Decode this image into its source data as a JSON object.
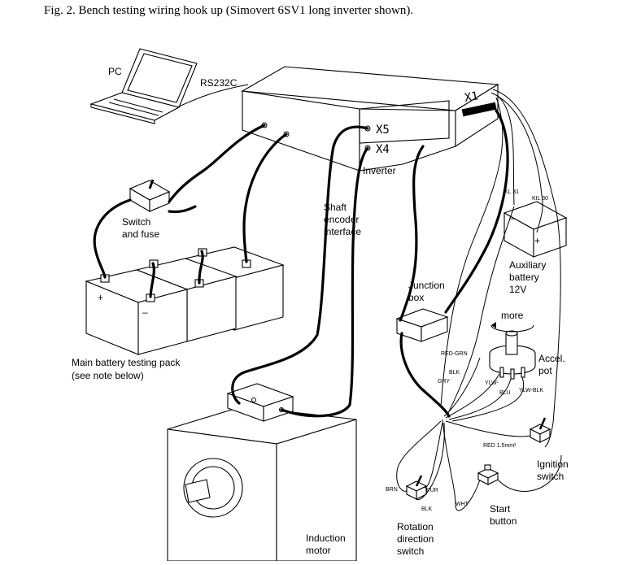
{
  "caption": "Fig. 2. Bench testing wiring hook up   (Simovert 6SV1 long inverter shown).",
  "labels": {
    "pc": "PC",
    "rs232c": "RS232C",
    "x1": "X1",
    "x5": "X5",
    "x4": "X4",
    "inverter": "Inverter",
    "kl31": "KL 31",
    "kil30": "KIL 30",
    "shaft": [
      "Shaft",
      "encoder",
      "interface"
    ],
    "switch_fuse": [
      "Switch",
      "and fuse"
    ],
    "aux_battery": [
      "Auxiliary",
      "battery",
      "12V"
    ],
    "junction_box": [
      "Junction",
      "box"
    ],
    "more": "more",
    "accel_pot": [
      "Accel.",
      "pot"
    ],
    "main_battery": [
      "Main battery testing pack",
      "(see note below)"
    ],
    "red_grn": "RED-GRN",
    "blk": "BLK",
    "gry": "GRY",
    "ylw_minus": "YLW-",
    "blu": "BLU",
    "ylw_blk": "YLW-BLK",
    "red_wire": "RED 1.5mm²",
    "ignition": [
      "Ignition",
      "switch"
    ],
    "start": [
      "Start",
      "button"
    ],
    "brn": "BRN",
    "pur": "PUR",
    "blk2": "BLK",
    "wht": "WHT",
    "rotation": [
      "Rotation",
      "direction",
      "switch"
    ],
    "motor": [
      "Induction",
      "motor"
    ],
    "plus": "+",
    "minus": "–"
  },
  "icons": [
    "laptop-icon",
    "battery-icon",
    "toggle-switch-icon",
    "push-button-icon",
    "potentiometer-icon",
    "motor-icon"
  ]
}
